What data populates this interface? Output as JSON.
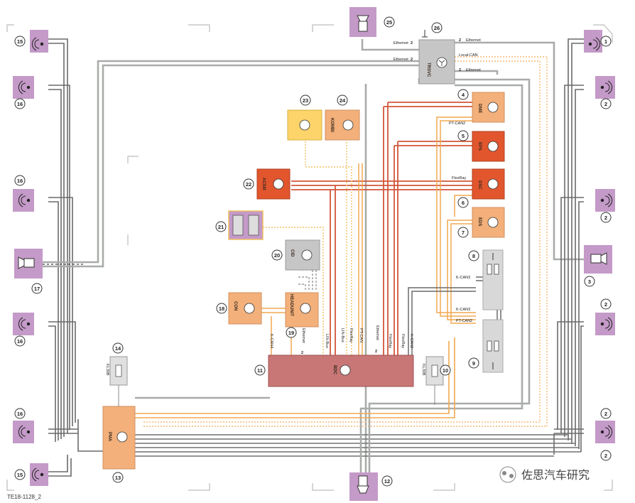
{
  "diagram": {
    "footer_code": "TE18-1128_2",
    "watermark": "佐思汽车研究",
    "colors": {
      "ethernet": "#a8aca8",
      "kcan": "#707070",
      "ptcan": "#f2a850",
      "flexray": "#d2553a",
      "lin": "#f0d07a",
      "ptcan_dotted": "#f0a850",
      "localcan": "#f7b870",
      "sensor": "#c49ac8",
      "controller_orange": "#f3b07a",
      "controller_red": "#e2562e",
      "controller_yellow": "#fcd46a",
      "bdc": "#c87676",
      "gray_unit": "#c6c6c6"
    },
    "controllers": {
      "trsvc": "TRSVC",
      "dme": "DME",
      "eps": "EPS",
      "dsc": "DSC",
      "eds": "EDS",
      "kombi": "KOMBI",
      "acsm": "ACSM",
      "cid": "CID",
      "con": "CON",
      "headunit": "HEADUNIT",
      "bdc": "BDC",
      "pma": "PMA"
    },
    "fuses": {
      "kl30b_left": "KL30B",
      "kl30b_right": "KL30B"
    },
    "numbers": {
      "n1": "1",
      "n2a": "2",
      "n2b": "2",
      "n2c": "2",
      "n2d": "2",
      "n2e": "2",
      "n3": "3",
      "n4": "4",
      "n5": "5",
      "n6": "6",
      "n7": "7",
      "n8": "8",
      "n9": "9",
      "n10": "10",
      "n11": "11",
      "n12": "12",
      "n13": "13",
      "n14": "14",
      "n15a": "15",
      "n15b": "15",
      "n16a": "16",
      "n16b": "16",
      "n16c": "16",
      "n16d": "16",
      "n17": "17",
      "n18": "18",
      "n19": "19",
      "n20": "20",
      "n21": "21",
      "n22": "22",
      "n23": "23",
      "n24": "24",
      "n25": "25",
      "n26": "26"
    },
    "bus_labels": {
      "eth_top_left": "Ethernet",
      "eth_mid_left": "Ethernet",
      "eth_top_right": "Ethernet",
      "local_can": "Local-CAN",
      "eth_low_right": "Ethernet",
      "pt_can2_a": "PT-CAN2",
      "flexray_main": "FlexRay",
      "k_can3_a": "K-CAN3",
      "k_can3_b": "K-CAN3",
      "pt_can2_b": "PT-CAN2",
      "k_can4": "K-CAN4",
      "ethernet_hu": "Ethernet",
      "lin_bus": "LIN-Bus",
      "lin_bus_2": "LIN-Bus",
      "flexray_v1": "FlexRay",
      "pt_can": "PT-CAN",
      "ethernet_bdc": "Ethernet",
      "flexray_v2": "FlexRay",
      "k_can2": "K-CAN2",
      "two_1": "2",
      "two_2": "2",
      "two_3": "2",
      "two_4": "2",
      "two_5": "2",
      "two_6": "2"
    }
  }
}
